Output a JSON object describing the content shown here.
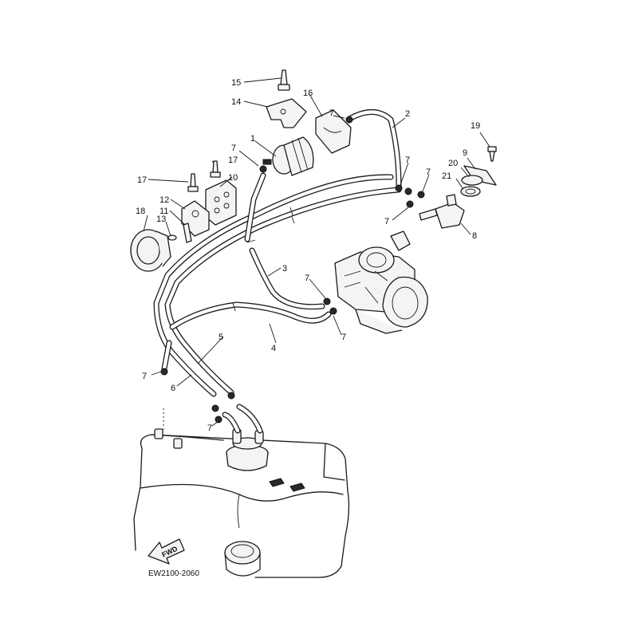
{
  "drawing_code": "EW2100-2060",
  "fwd_label": "FWD",
  "callouts": [
    "15",
    "14",
    "16",
    "7",
    "2",
    "19",
    "1",
    "9",
    "20",
    "7",
    "17",
    "10",
    "17",
    "7",
    "7",
    "21",
    "12",
    "11",
    "18",
    "13",
    "7",
    "8",
    "3",
    "7",
    "4",
    "7",
    "5",
    "7",
    "6",
    "7"
  ]
}
